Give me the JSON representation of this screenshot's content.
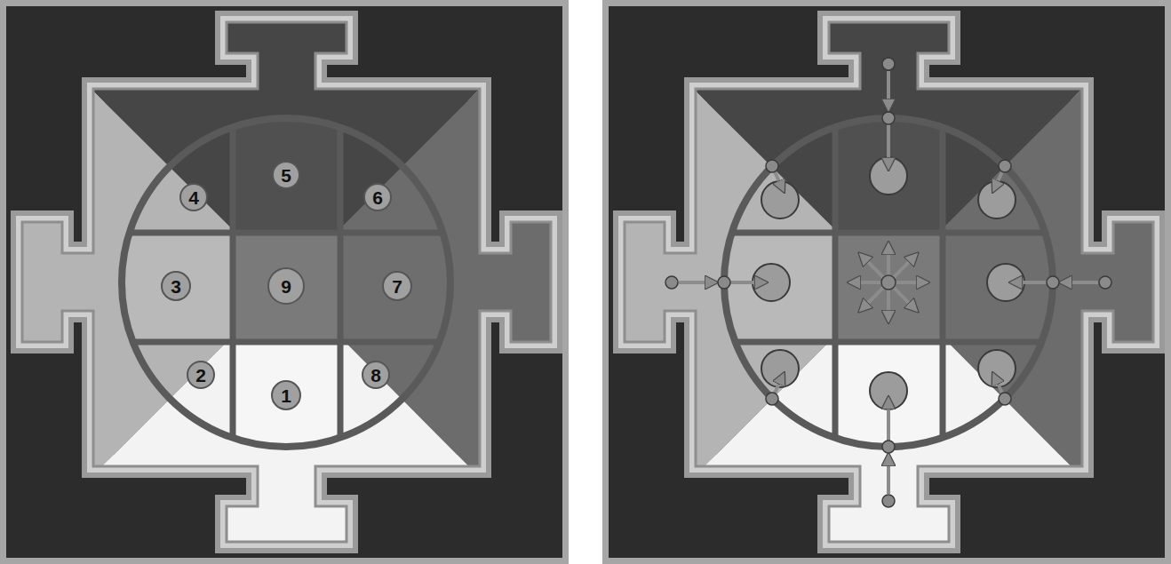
{
  "diagram": {
    "nodes": [
      {
        "text": [
          "4"
        ]
      },
      {
        "text": [
          "5"
        ]
      },
      {
        "text": [
          "6"
        ]
      },
      {
        "text": [
          "3"
        ]
      },
      {
        "text": [
          "9"
        ]
      },
      {
        "text": [
          "7"
        ]
      },
      {
        "text": [
          "2"
        ]
      },
      {
        "text": [
          "1"
        ]
      },
      {
        "text": [
          "8"
        ]
      }
    ]
  }
}
